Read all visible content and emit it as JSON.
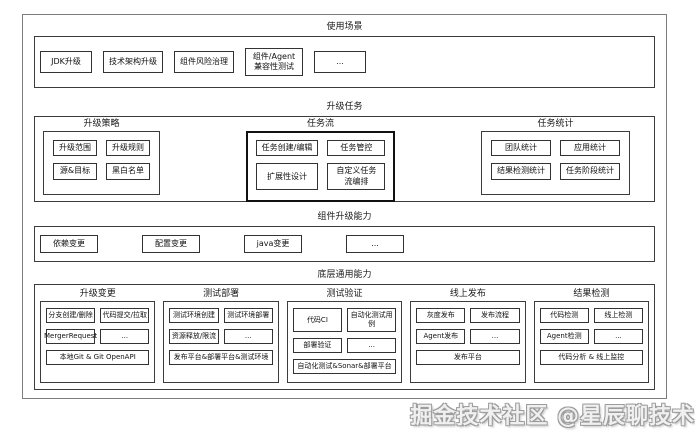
{
  "watermark": "掘金技术社区 @星辰聊技术",
  "usage": {
    "title": "使用场景",
    "items": [
      "JDK升级",
      "技术架构升级",
      "组件风险治理",
      "组件/Agent兼容性测试",
      "..."
    ]
  },
  "upgrade_task": {
    "title": "升级任务",
    "strategy": {
      "title": "升级策略",
      "items": [
        "升级范围",
        "升级规则",
        "源&目标",
        "黑白名单"
      ]
    },
    "task_flow": {
      "title": "任务流",
      "items": [
        "任务创建/编辑",
        "任务管控",
        "扩展性设计",
        "自定义任务流编排"
      ]
    },
    "task_stats": {
      "title": "任务统计",
      "items": [
        "团队统计",
        "应用统计",
        "结果检测统计",
        "任务阶段统计"
      ]
    }
  },
  "component_capability": {
    "title": "组件升级能力",
    "items": [
      "依赖变更",
      "配置变更",
      "java变更",
      "..."
    ]
  },
  "base_capability": {
    "title": "底层通用能力",
    "columns": [
      {
        "title": "升级变更",
        "row1": [
          "分支创建/删除",
          "代码提交/拉取"
        ],
        "row2": [
          "MergerRequest",
          "..."
        ],
        "footer": "本地Git & Git OpenAPI"
      },
      {
        "title": "测试部署",
        "row1": [
          "测试环境创建",
          "测试环境部署"
        ],
        "row2": [
          "资源释放/限流",
          "..."
        ],
        "footer": "发布平台&部署平台&测试环境"
      },
      {
        "title": "测试验证",
        "row1": [
          "代码CI",
          "自动化测试用例"
        ],
        "row2": [
          "部署验证",
          "..."
        ],
        "footer": "自动化测试&Sonar&部署平台"
      },
      {
        "title": "线上发布",
        "row1": [
          "灰度发布",
          "发布流程"
        ],
        "row2": [
          "Agent发布",
          "..."
        ],
        "footer": "发布平台"
      },
      {
        "title": "结果检测",
        "row1": [
          "代码检测",
          "线上检测"
        ],
        "row2": [
          "Agent检测",
          "..."
        ],
        "footer": "代码分析 & 线上监控"
      }
    ]
  }
}
